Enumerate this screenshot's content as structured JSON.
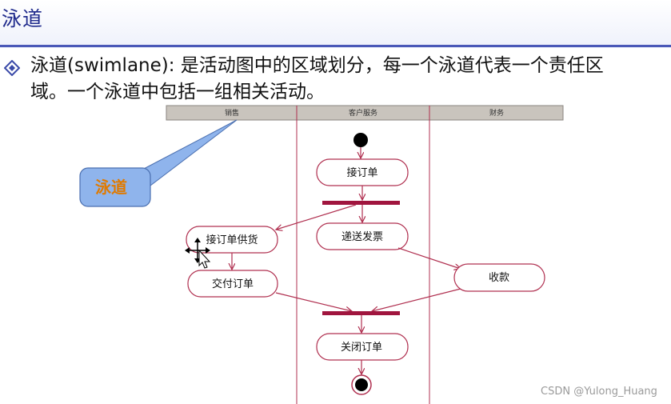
{
  "slide": {
    "title": "泳道",
    "bullet_line1": "泳道(swimlane): 是活动图中的区域划分，每一个泳道代表一个责任区",
    "bullet_line2": "域。一个泳道中包括一组相关活动。"
  },
  "diagram": {
    "swimlanes": [
      "销售",
      "客户服务",
      "财务"
    ],
    "activities": {
      "receive_order": "接订单",
      "receive_order_supply": "接订单供货",
      "send_invoice": "递送发票",
      "deliver_order": "交付订单",
      "collect_payment": "收款",
      "close_order": "关闭订单"
    },
    "callout": "泳道"
  },
  "watermark": "CSDN @Yulong_Huang",
  "colors": {
    "title": "#1f2a8c",
    "flow_line": "#b03050",
    "sync_bar": "#a0153e",
    "callout_fill": "#8fb4ec",
    "callout_text": "#e07a00"
  }
}
